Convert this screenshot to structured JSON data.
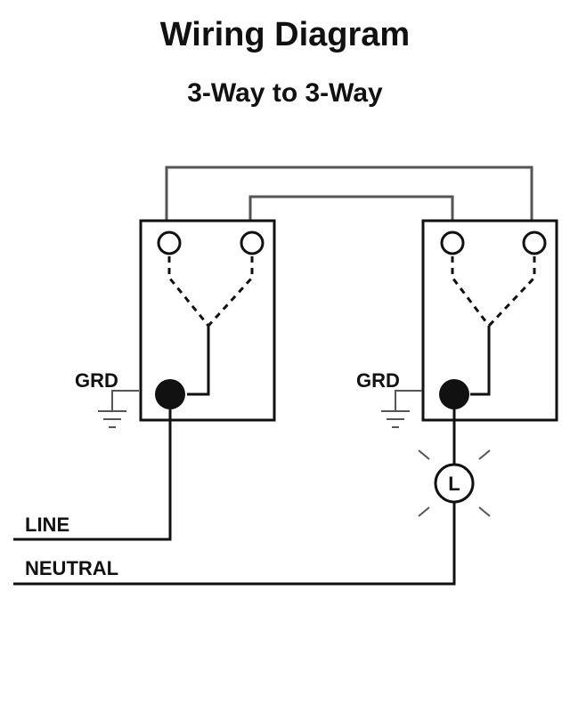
{
  "title": "Wiring Diagram",
  "subtitle": "3-Way to 3-Way",
  "labels": {
    "left_ground": "GRD",
    "right_ground": "GRD",
    "line": "LINE",
    "neutral": "NEUTRAL",
    "lamp": "L"
  },
  "colors": {
    "wire": "#111111",
    "traveler": "#555555",
    "background": "#ffffff"
  }
}
